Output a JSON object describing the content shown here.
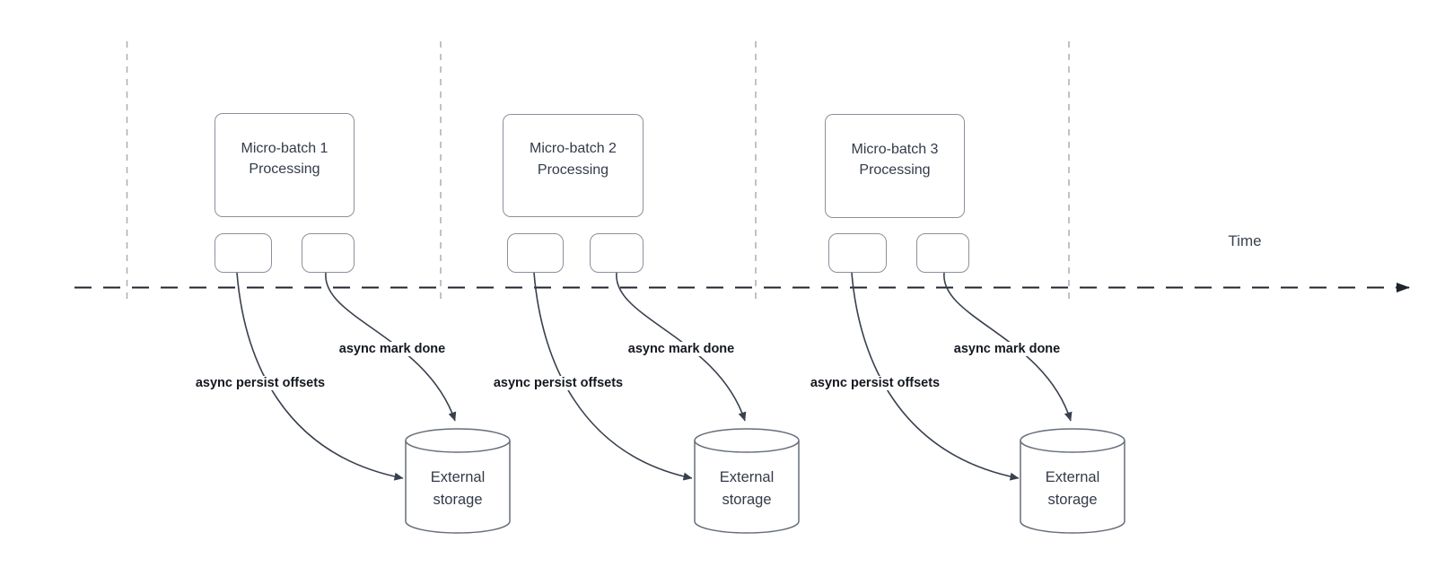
{
  "diagram": {
    "time_axis_label": "Time",
    "groups": [
      {
        "box_label": "Micro-batch 1\nProcessing",
        "persist_label": "async persist offsets",
        "done_label": "async mark done",
        "storage_label": "External\nstorage"
      },
      {
        "box_label": "Micro-batch 2\nProcessing",
        "persist_label": "async persist offsets",
        "done_label": "async mark done",
        "storage_label": "External\nstorage"
      },
      {
        "box_label": "Micro-batch 3\nProcessing",
        "persist_label": "async persist offsets",
        "done_label": "async mark done",
        "storage_label": "External\nstorage"
      }
    ]
  },
  "colors": {
    "curve_stroke": "#39414E",
    "timeline_stroke": "#1F242C",
    "shape_stroke": "#8A919B",
    "divider_stroke": "#A9AEB5",
    "label_text": "#14181F",
    "shape_text": "#333B48"
  }
}
